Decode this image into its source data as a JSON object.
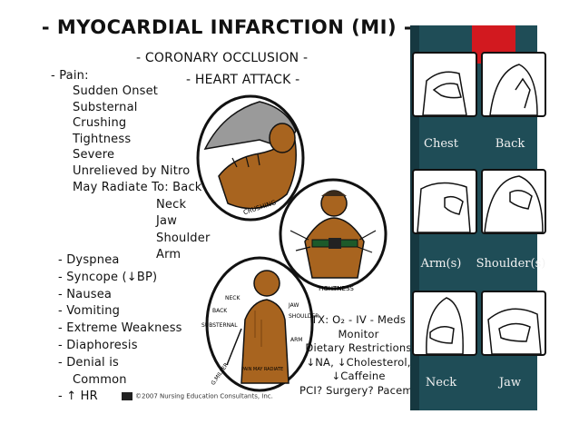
{
  "title": "- MYOCARDIAL INFARCTION (MI) -",
  "subtitle1": "- CORONARY OCCLUSION -",
  "subtitle2": "- HEART ATTACK -",
  "pain_heading": "- Pain:",
  "pain_items": [
    "Sudden Onset",
    "Substernal",
    "Crushing",
    "Tightness",
    "Severe",
    "Unrelieved by Nitro",
    "May Radiate To: Back"
  ],
  "radiate_items": [
    "Neck",
    "Jaw",
    "Shoulder",
    "Arm"
  ],
  "symptoms": [
    "- Dyspnea",
    "- Syncope (↓BP)",
    "- Nausea",
    "- Vomiting",
    "- Extreme Weakness",
    "- Diaphoresis",
    "- Denial is",
    "Common",
    "- ↑ HR"
  ],
  "treatment": [
    "TX: O₂ - IV - Meds",
    "Monitor",
    "Dietary Restrictions",
    "↓NA, ↓Cholesterol,",
    "↓Caffeine",
    "PCI? Surgery? Pacemaker?"
  ],
  "illustration_labels": {
    "crushing": "CRUSHING",
    "tightness": "TIGHTNESS",
    "neck": "NECK",
    "jaw": "JAW",
    "back": "BACK",
    "shoulder": "SHOULDER",
    "substernal": "SUBSTERNAL",
    "arm": "ARM",
    "pain_may_radiate": "PAIN MAY RADIATE",
    "signature": "G.MILLER"
  },
  "copyright": "©2007 Nursing Education Consultants, Inc.",
  "panel": {
    "bg_color": "#1f4d57",
    "accent_color": "#d2191f",
    "cards": [
      {
        "label": "Chest",
        "icon": "hand-on-chest-icon"
      },
      {
        "label": "Back",
        "icon": "hand-on-back-icon"
      },
      {
        "label": "Arm(s)",
        "icon": "hand-on-arm-icon"
      },
      {
        "label": "Shoulder(s)",
        "icon": "hand-on-shoulder-icon"
      },
      {
        "label": "Neck",
        "icon": "hand-on-neck-icon"
      },
      {
        "label": "Jaw",
        "icon": "hand-on-jaw-icon"
      }
    ]
  }
}
